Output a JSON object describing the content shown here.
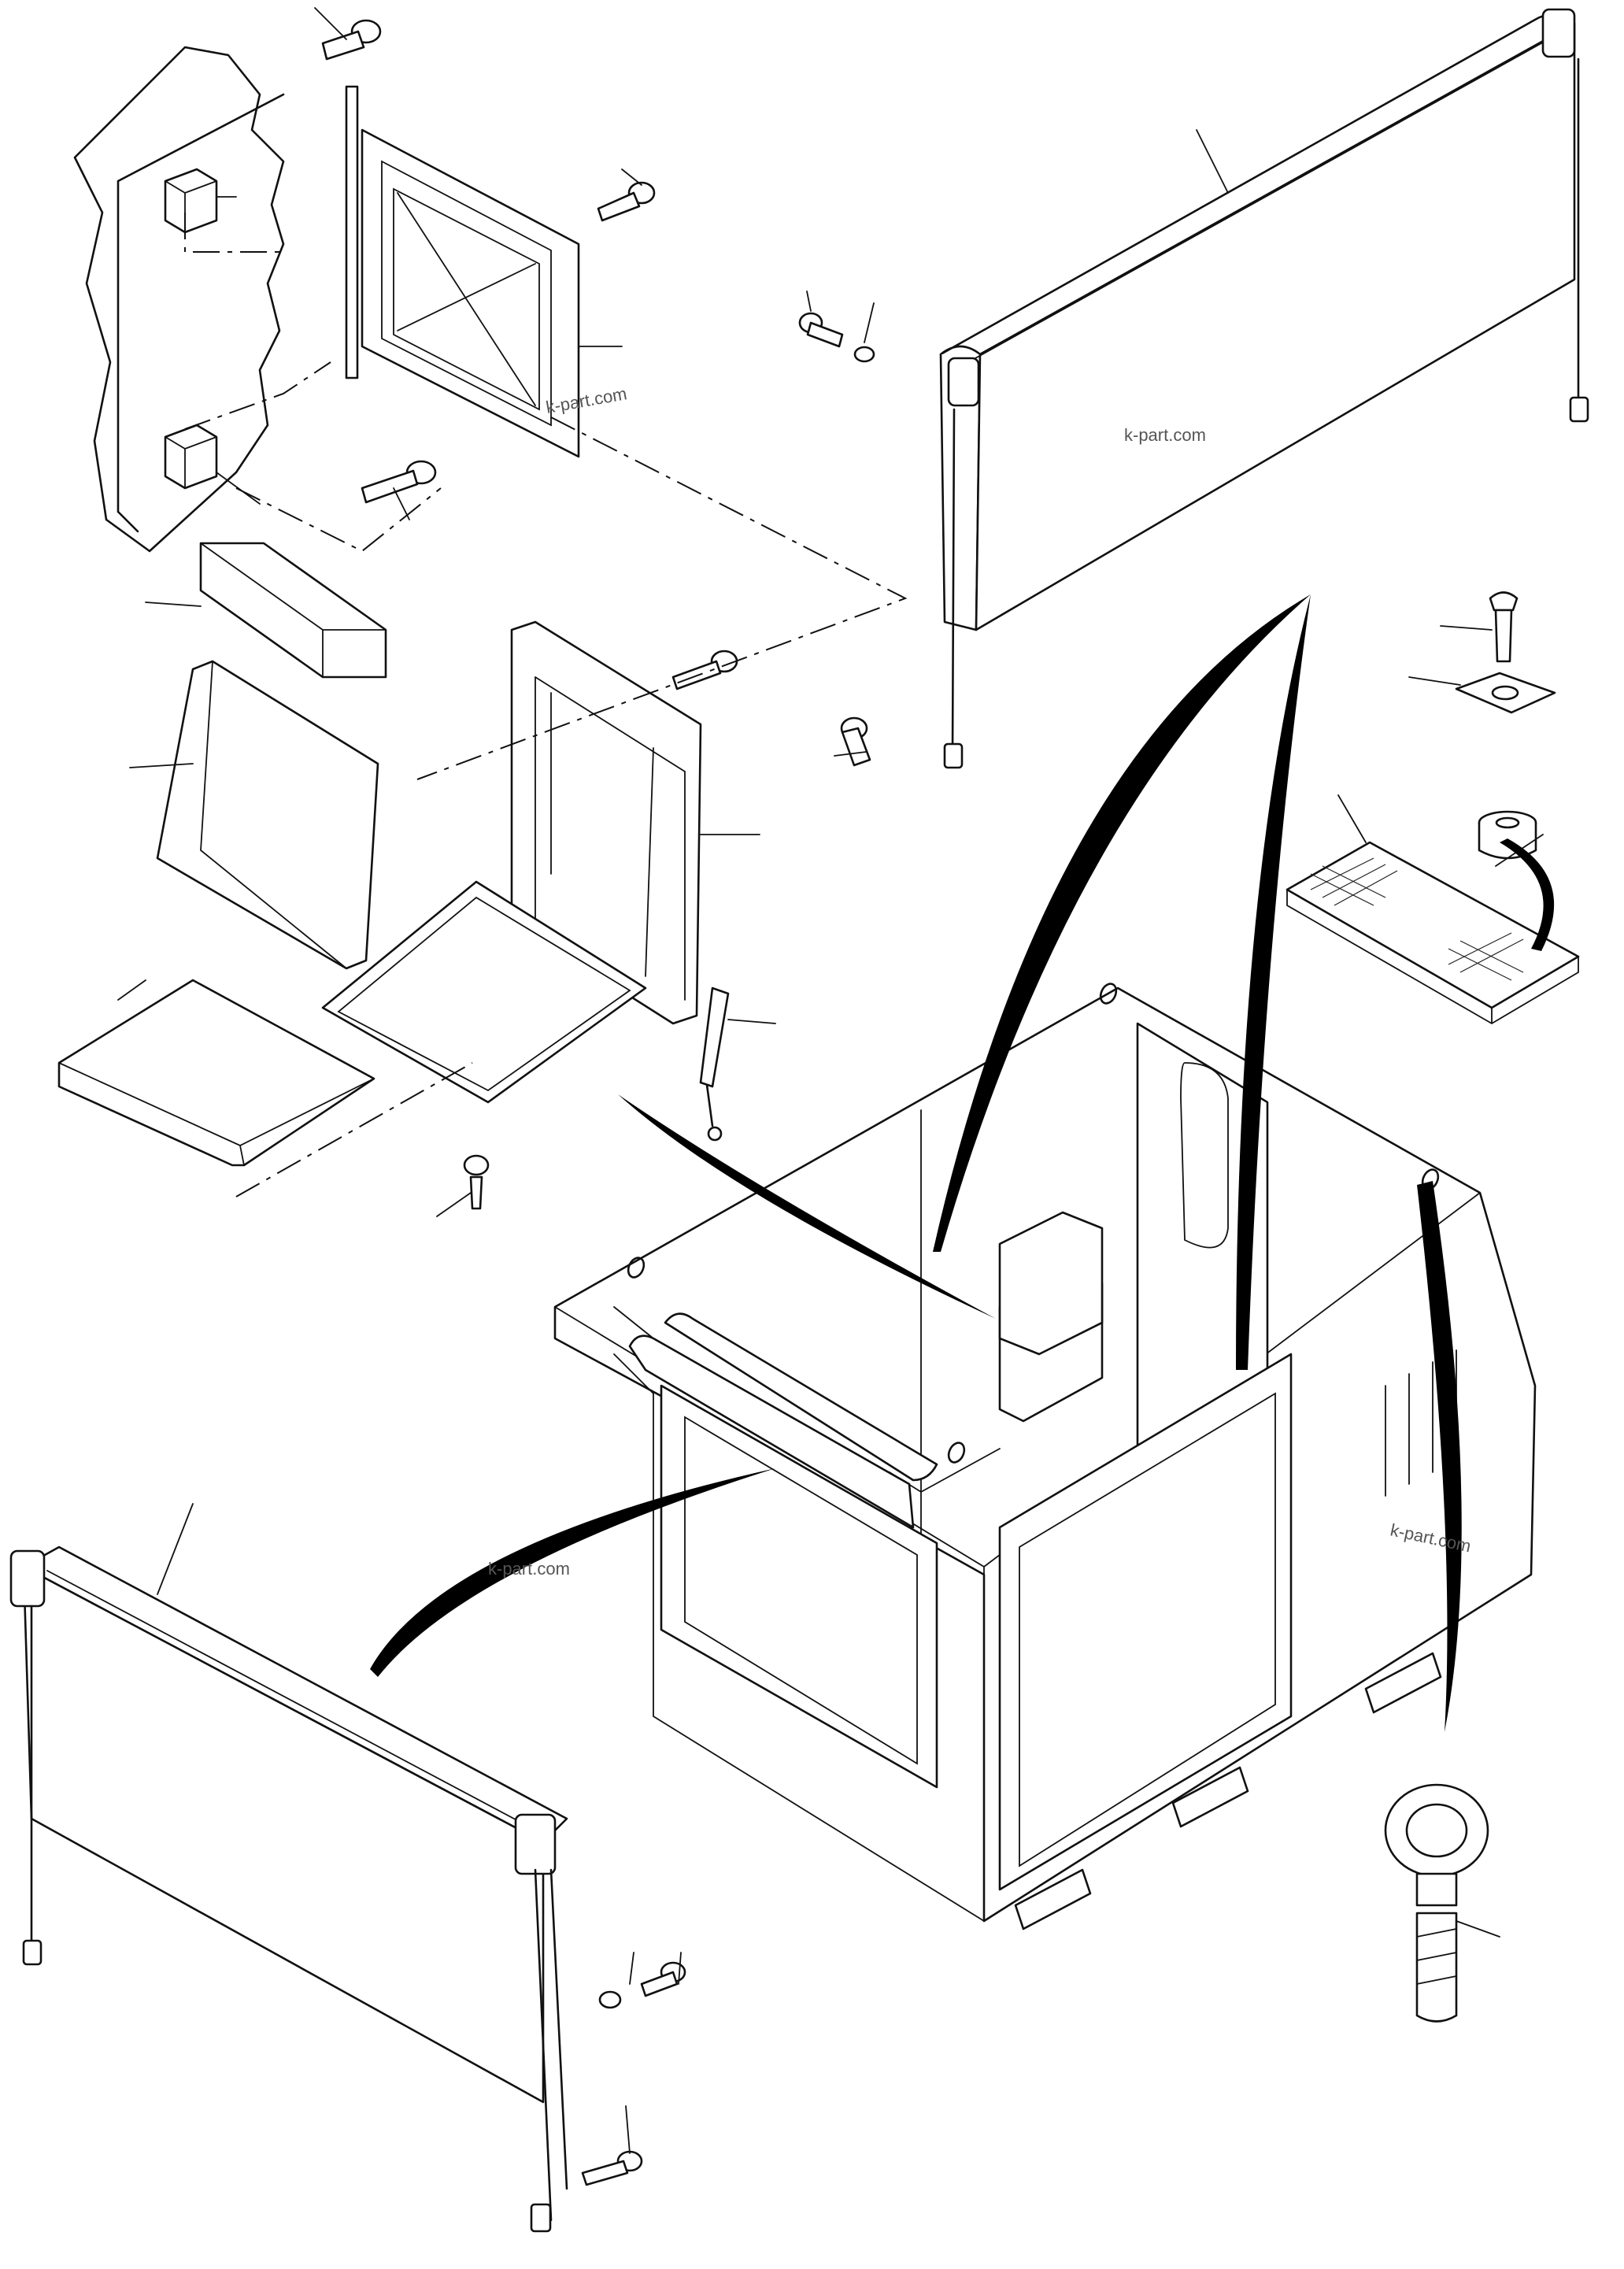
{
  "watermarks": [
    "k-part.com",
    "k-part.com",
    "k-part.com",
    "k-part.com"
  ],
  "colors": {
    "line": "#111111",
    "background": "#ffffff",
    "watermark": "#555555"
  }
}
